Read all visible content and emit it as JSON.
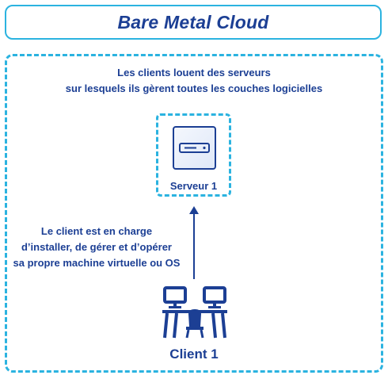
{
  "title": "Bare Metal Cloud",
  "description": {
    "line1": "Les clients louent des serveurs",
    "line2": "sur lesquels ils gèrent toutes les couches logicielles"
  },
  "server": {
    "label": "Serveur 1",
    "icon": "server-icon"
  },
  "client_note": {
    "line1": "Le client est en charge",
    "line2": "d’installer, de gérer et d’opérer",
    "line3": "sa propre machine virtuelle ou OS"
  },
  "client": {
    "label": "Client 1",
    "icon": "workstation-icon"
  },
  "colors": {
    "accent": "#2bb3e0",
    "text": "#1c3f94"
  }
}
